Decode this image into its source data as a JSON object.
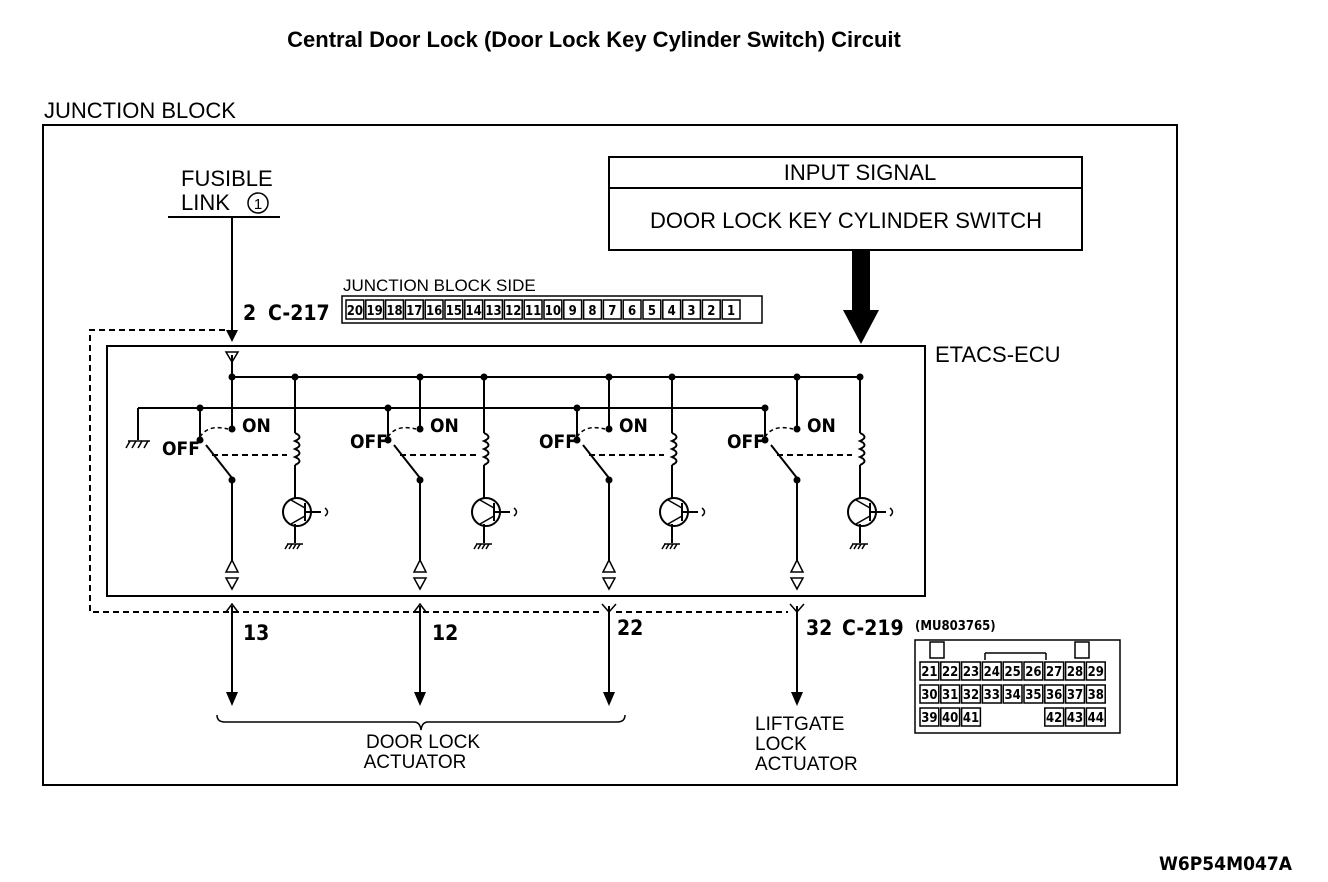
{
  "title": "Central Door Lock (Door Lock Key Cylinder Switch) Circuit",
  "junction_block_label": "JUNCTION BLOCK",
  "fusible_link": {
    "line1": "FUSIBLE",
    "line2": "LINK",
    "number": "1"
  },
  "input_signal": {
    "header": "INPUT SIGNAL",
    "value": "DOOR LOCK KEY CYLINDER SWITCH"
  },
  "connector_c217": {
    "pin": "2",
    "id": "C-217",
    "side_label": "JUNCTION BLOCK SIDE",
    "pins": [
      "20",
      "19",
      "18",
      "17",
      "16",
      "15",
      "14",
      "13",
      "12",
      "11",
      "10",
      "9",
      "8",
      "7",
      "6",
      "5",
      "4",
      "3",
      "2",
      "1"
    ]
  },
  "ecu_label": "ETACS-ECU",
  "switch_labels": {
    "on": "ON",
    "off": "OFF"
  },
  "outputs": {
    "pin13": "13",
    "pin12": "12",
    "pin22": "22",
    "pin32": "32"
  },
  "connector_c219": {
    "id": "C-219",
    "part_number": "(MU803765)",
    "row1": [
      "21",
      "22",
      "23",
      "24",
      "25",
      "26",
      "27",
      "28",
      "29"
    ],
    "row2": [
      "30",
      "31",
      "32",
      "33",
      "34",
      "35",
      "36",
      "37",
      "38"
    ],
    "row3": [
      "39",
      "40",
      "41",
      "42",
      "43",
      "44"
    ]
  },
  "door_lock_actuator": {
    "line1": "DOOR LOCK",
    "line2": "ACTUATOR"
  },
  "liftgate_actuator": {
    "line1": "LIFTGATE",
    "line2": "LOCK",
    "line3": "ACTUATOR"
  },
  "figure_code": "W6P54M047A"
}
